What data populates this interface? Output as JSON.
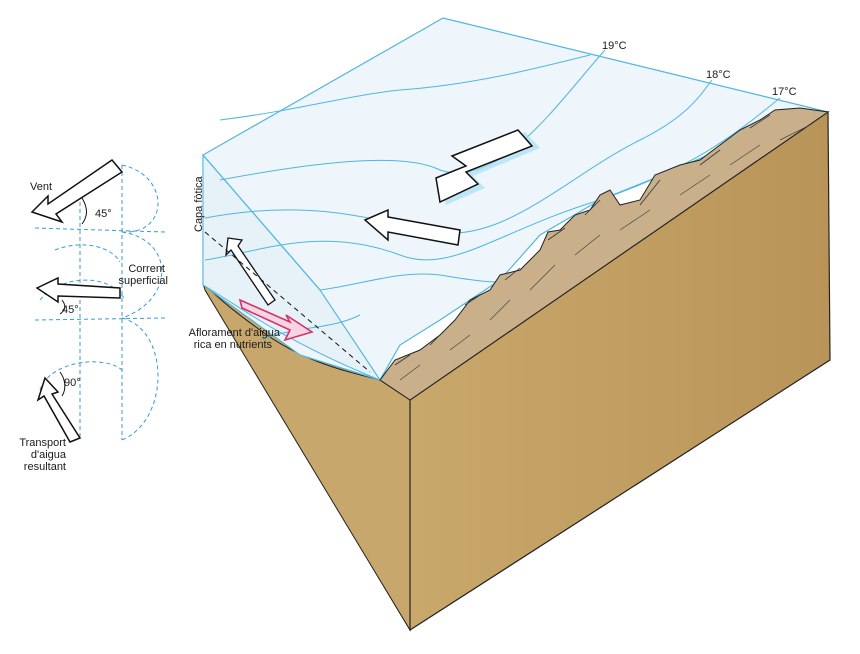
{
  "labels": {
    "wind": "Vent",
    "surface_current_1": "Corrent",
    "surface_current_2": "superficial",
    "transport_1": "Transport",
    "transport_2": "d'aigua",
    "transport_3": "resultant",
    "photic_layer": "Capa fòtica",
    "upwelling_1": "Aflorament d'aigua",
    "upwelling_2": "rica en nutrients"
  },
  "angles": {
    "wind_angle": "45°",
    "current_angle": "45°",
    "transport_angle": "90°"
  },
  "isotherms": {
    "t19": "19°C",
    "t18": "18°C",
    "t17": "17°C"
  },
  "colors": {
    "sea_surface": "#eef6fb",
    "sea_line": "#4fb6e0",
    "land_side": "#c6a66e",
    "land_top": "#d4b47c",
    "upwelling_arrow": "#d6336c",
    "dashed": "#3a9ad6"
  }
}
